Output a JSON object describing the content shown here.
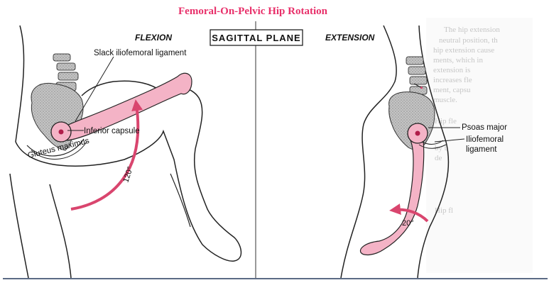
{
  "title": "Femoral-On-Pelvic Hip Rotation",
  "panels": {
    "flexion": {
      "heading": "FLEXION",
      "labels": {
        "slack_ligament": "Slack iliofemoral ligament",
        "inferior_capsule": "Inferior capsule",
        "gluteus": "Gluteus maximus",
        "angle": "120°"
      }
    },
    "center": {
      "plane": "SAGITTAL PLANE"
    },
    "extension": {
      "heading": "EXTENSION",
      "labels": {
        "psoas": "Psoas major",
        "ilio_line1": "Iliofemoral",
        "ilio_line2": "ligament",
        "angle": "20°"
      }
    }
  },
  "colors": {
    "title": "#e8306a",
    "bone_pink": "#f4b3c6",
    "arrow_red": "#d9456e",
    "pelvis_gray": "#b7b7b7",
    "outline": "#222222"
  }
}
